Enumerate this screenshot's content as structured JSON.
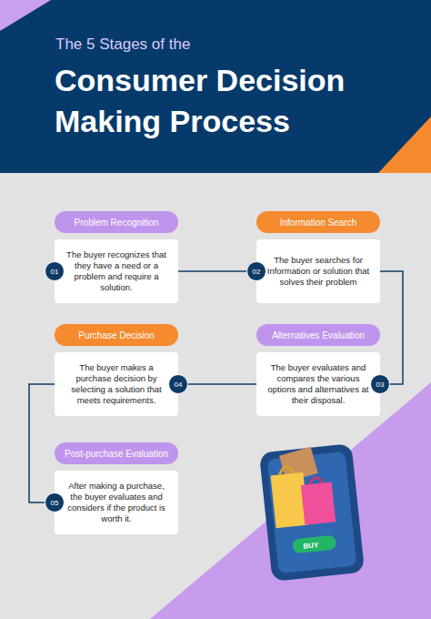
{
  "diagram": {
    "title": "Consumer Decision Making Process",
    "nodes": [
      {
        "text": [
          "Problem Recognition",
          "The buyer recognizes that they have a need or a problem and require a solution."
        ]
      },
      {
        "text": [
          "Information Search",
          "The buyer searches for Information or solution that solves their problem"
        ]
      },
      {
        "text": [
          "Alternatives Evaluation",
          "The buyer evaluates and compares the various options and alternatives at their disposal."
        ]
      },
      {
        "text": [
          "Purchase Decision",
          "The buyer makes a purchase decision by selecting a solution that meets requirements."
        ]
      },
      {
        "text": [
          "Post-purchase Evaluation",
          "After making a purchase, the buyer evaluates and considers if the product is worth it."
        ]
      }
    ],
    "edges": [
      {
        "from": 0,
        "to": 1,
        "arrow": "none"
      },
      {
        "from": 1,
        "to": 2,
        "arrow": "none"
      },
      {
        "from": 2,
        "to": 3,
        "arrow": "none"
      },
      {
        "from": 3,
        "to": 4,
        "arrow": "none"
      }
    ],
    "labels": [
      "The 5 Stages of the",
      "01",
      "02",
      "03",
      "04",
      "05",
      "BUY"
    ]
  }
}
